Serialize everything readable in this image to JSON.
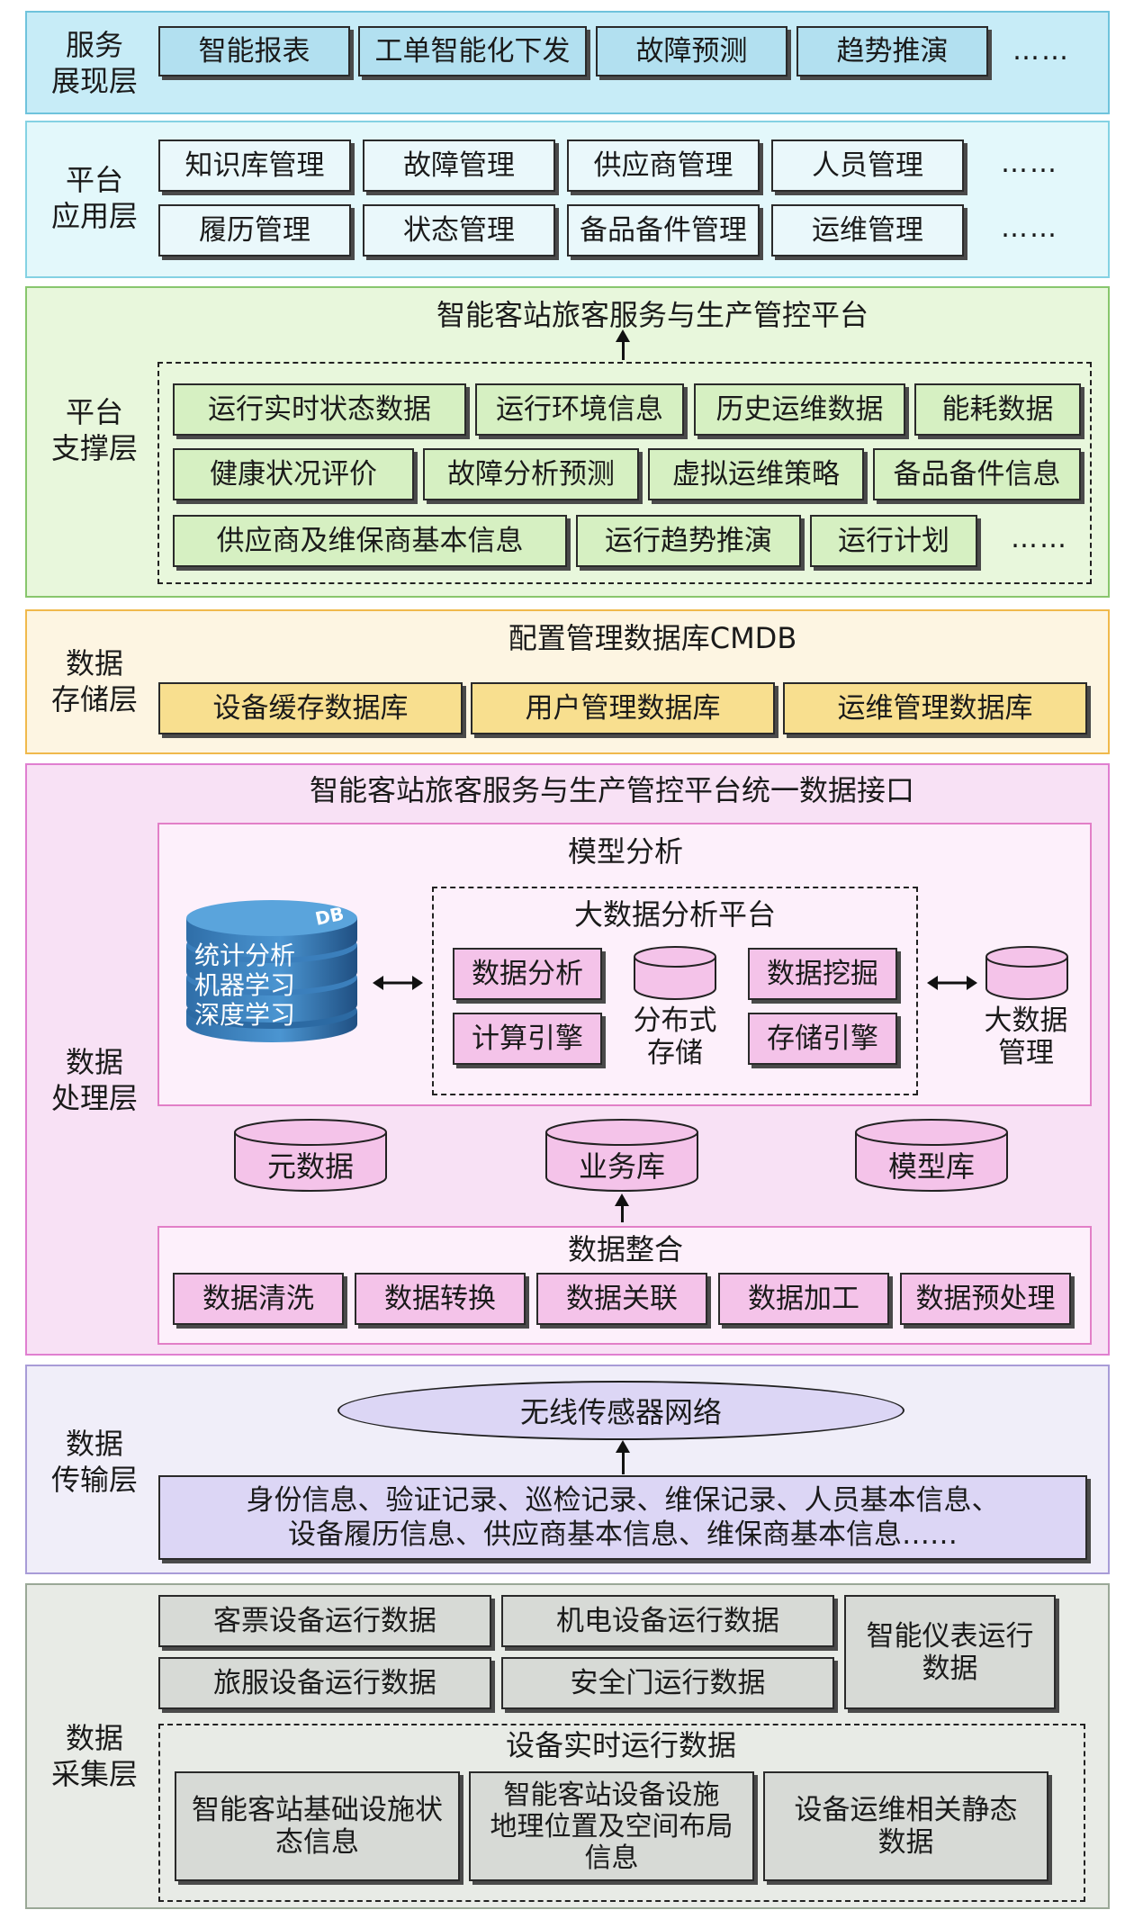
{
  "layers": {
    "presentation": {
      "title": "服务\n展现层",
      "items": [
        "智能报表",
        "工单智能化下发",
        "故障预测",
        "趋势推演"
      ],
      "more": "……"
    },
    "application": {
      "title": "平台\n应用层",
      "row1": [
        "知识库管理",
        "故障管理",
        "供应商管理",
        "人员管理"
      ],
      "row2": [
        "履历管理",
        "状态管理",
        "备品备件管理",
        "运维管理"
      ],
      "more": "……"
    },
    "support": {
      "title": "平台\n支撑层",
      "platform": "智能客站旅客服务与生产管控平台",
      "row1": [
        "运行实时状态数据",
        "运行环境信息",
        "历史运维数据",
        "能耗数据"
      ],
      "row2": [
        "健康状况评价",
        "故障分析预测",
        "虚拟运维策略",
        "备品备件信息"
      ],
      "row3": [
        "供应商及维保商基本信息",
        "运行趋势推演",
        "运行计划"
      ],
      "more": "……"
    },
    "storage": {
      "title": "数据\n存储层",
      "cmdb": "配置管理数据库CMDB",
      "items": [
        "设备缓存数据库",
        "用户管理数据库",
        "运维管理数据库"
      ]
    },
    "processing": {
      "title": "数据\n处理层",
      "interface": "智能客站旅客服务与生产管控平台统一数据接口",
      "model_analysis": "模型分析",
      "db_icon_label": "DB",
      "db_lines": [
        "统计分析",
        "机器学习",
        "深度学习"
      ],
      "bigdata_platform": "大数据分析平台",
      "platform_items": [
        "数据分析",
        "计算引擎",
        "数据挖掘",
        "存储引擎"
      ],
      "distributed": "分布式\n存储",
      "bigdata_mgmt": "大数据\n管理",
      "repos": [
        "元数据",
        "业务库",
        "模型库"
      ],
      "integration": "数据整合",
      "integration_items": [
        "数据清洗",
        "数据转换",
        "数据关联",
        "数据加工",
        "数据预处理"
      ]
    },
    "transmission": {
      "title": "数据\n传输层",
      "network": "无线传感器网络",
      "info": "身份信息、验证记录、巡检记录、维保记录、人员基本信息、\n设备履历信息、供应商基本信息、维保商基本信息……"
    },
    "collection": {
      "title": "数据\n采集层",
      "items": [
        "客票设备运行数据",
        "机电设备运行数据",
        "旅服设备运行数据",
        "安全门运行数据"
      ],
      "meter": "智能仪表运行\n数据",
      "realtime": "设备实时运行数据",
      "realtime_items": [
        "智能客站基础设施状\n态信息",
        "智能客站设备设施\n地理位置及空间布局\n信息",
        "设备运维相关静态\n数据"
      ]
    }
  }
}
